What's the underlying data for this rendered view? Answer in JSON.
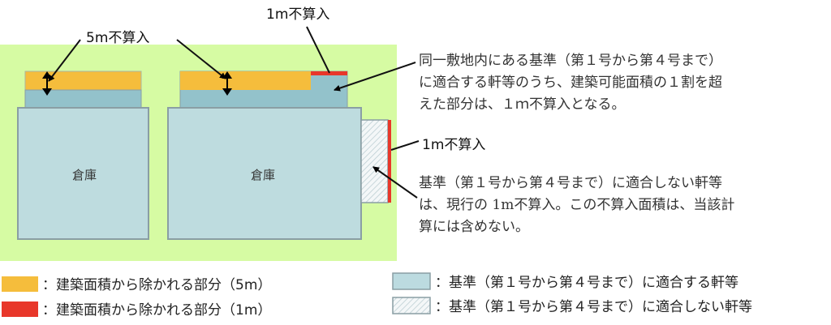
{
  "labels": {
    "five_m": "5m不算入",
    "one_m_top": "1m不算入",
    "one_m_side": "1m不算入",
    "warehouse_left": "倉庫",
    "warehouse_right": "倉庫"
  },
  "notes": {
    "top": [
      "同一敷地内にある基準（第１号から第４号まで）",
      "に適合する軒等のうち、建築可能面積の１割を超",
      "えた部分は、１ｍ不算入となる。"
    ],
    "bottom": [
      "基準（第１号から第４号まで）に適合しない軒等",
      "は、現行の 1m不算入。この不算入面積は、当該計",
      "算には含めない。"
    ]
  },
  "legend": [
    {
      "label": "：建築面積から除かれる部分（5m）",
      "color": "#f5bd3c"
    },
    {
      "label": "：建築面積から除かれる部分（1m）",
      "color": "#e8372a"
    },
    {
      "label": "：基準（第１号から第４号まで）に適合する軒等",
      "color": "#bcdbe0"
    },
    {
      "label": "：基準（第１号から第４号まで）に適合しない軒等",
      "color": "hatched"
    }
  ],
  "colors": {
    "site": "#d6fba3",
    "building": "#bedcdf",
    "eave": "#93c2cb",
    "orange": "#f5bd3c",
    "red": "#e8372a",
    "border": "#8a9ea4"
  }
}
